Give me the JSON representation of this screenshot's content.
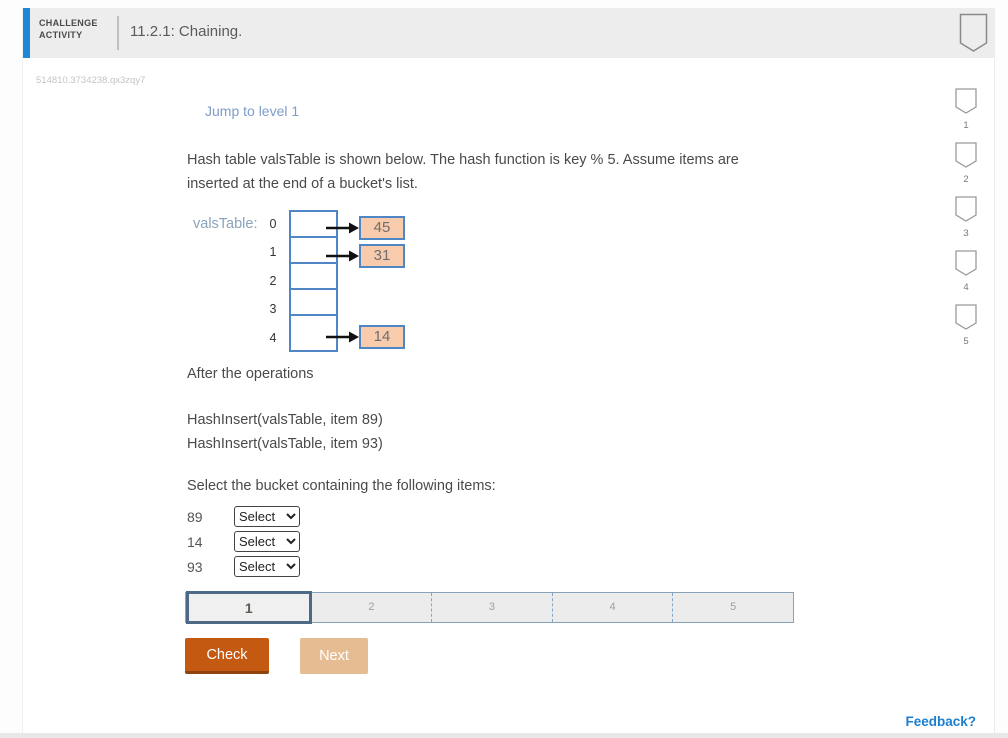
{
  "header": {
    "badge_line1": "CHALLENGE",
    "badge_line2": "ACTIVITY",
    "title": "11.2.1: Chaining."
  },
  "activity_id": "514810.3734238.qx3zqy7",
  "jump_link_label": "Jump to level 1",
  "problem_text": {
    "intro": "Hash table valsTable is shown below. The hash function is key % 5. Assume items are inserted at the end of a bucket's list.",
    "after_ops": "After the operations",
    "operations": [
      "HashInsert(valsTable, item 89)",
      "HashInsert(valsTable, item 93)"
    ],
    "question": "Select the bucket containing the following items:"
  },
  "diagram": {
    "label": "valsTable:",
    "bucket_indices": [
      "0",
      "1",
      "2",
      "3",
      "4"
    ],
    "nodes": [
      {
        "bucket_index": "0",
        "value": "45"
      },
      {
        "bucket_index": "1",
        "value": "31"
      },
      {
        "bucket_index": "4",
        "value": "14"
      }
    ]
  },
  "answers": [
    {
      "item": "89",
      "selected": "Select"
    },
    {
      "item": "14",
      "selected": "Select"
    },
    {
      "item": "93",
      "selected": "Select"
    }
  ],
  "progress_bar": {
    "active_level": "1",
    "levels": [
      "1",
      "2",
      "3",
      "4",
      "5"
    ]
  },
  "level_rail": {
    "levels": [
      "1",
      "2",
      "3",
      "4",
      "5"
    ]
  },
  "buttons": {
    "check": "Check",
    "next": "Next"
  },
  "feedback_link": "Feedback?",
  "colors": {
    "accent_blue": "#1e87d6",
    "jump_link_blue": "#7d9cc9",
    "feedback_blue": "#1b7fd0",
    "check_orange": "#c45a11",
    "next_tan": "#e6bc92",
    "node_fill": "#f8cbad",
    "node_border": "#4f86c6",
    "progress_active_border": "#4d6985"
  }
}
